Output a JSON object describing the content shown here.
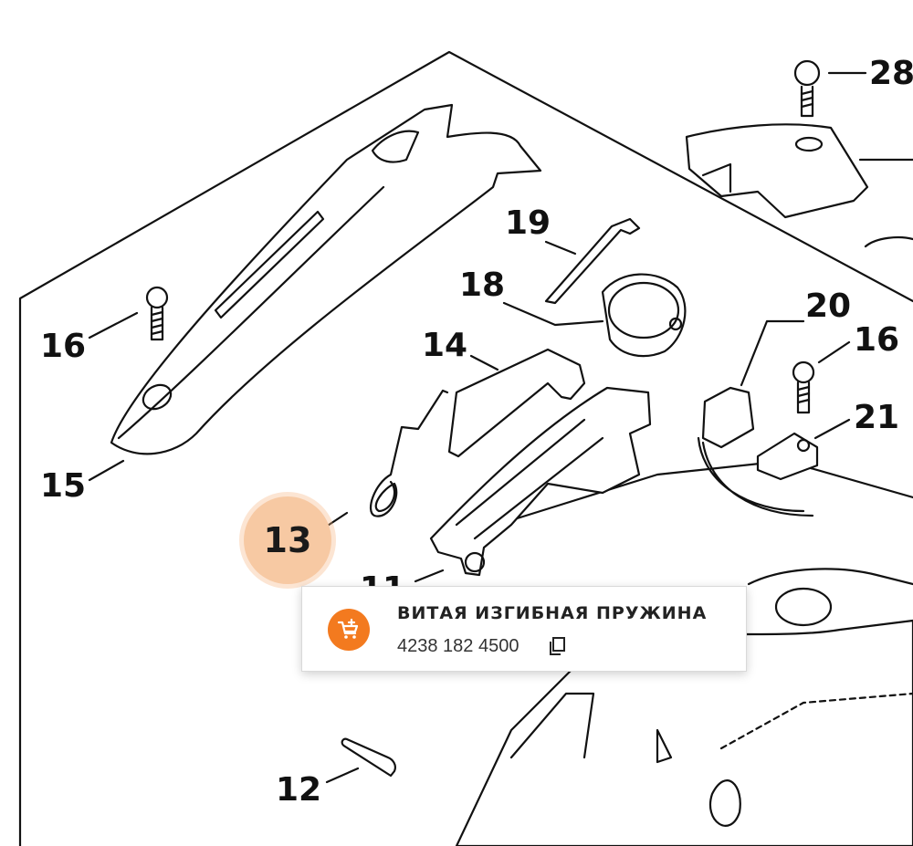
{
  "diagram": {
    "labels": {
      "p28": "28",
      "p19": "19",
      "p18": "18",
      "p20": "20",
      "p16a": "16",
      "p16b": "16",
      "p14": "14",
      "p21": "21",
      "p15": "15",
      "p11": "11",
      "p12": "12"
    },
    "line_color": "#111111"
  },
  "hotspot": {
    "number": "13",
    "color": "#f7c9a3"
  },
  "popup": {
    "title": "ВИТАЯ ИЗГИБНАЯ ПРУЖИНА",
    "part_number": "4238 182 4500",
    "cart_icon": "add-to-cart-icon",
    "copy_icon": "copy-icon",
    "accent": "#f37a1f"
  }
}
